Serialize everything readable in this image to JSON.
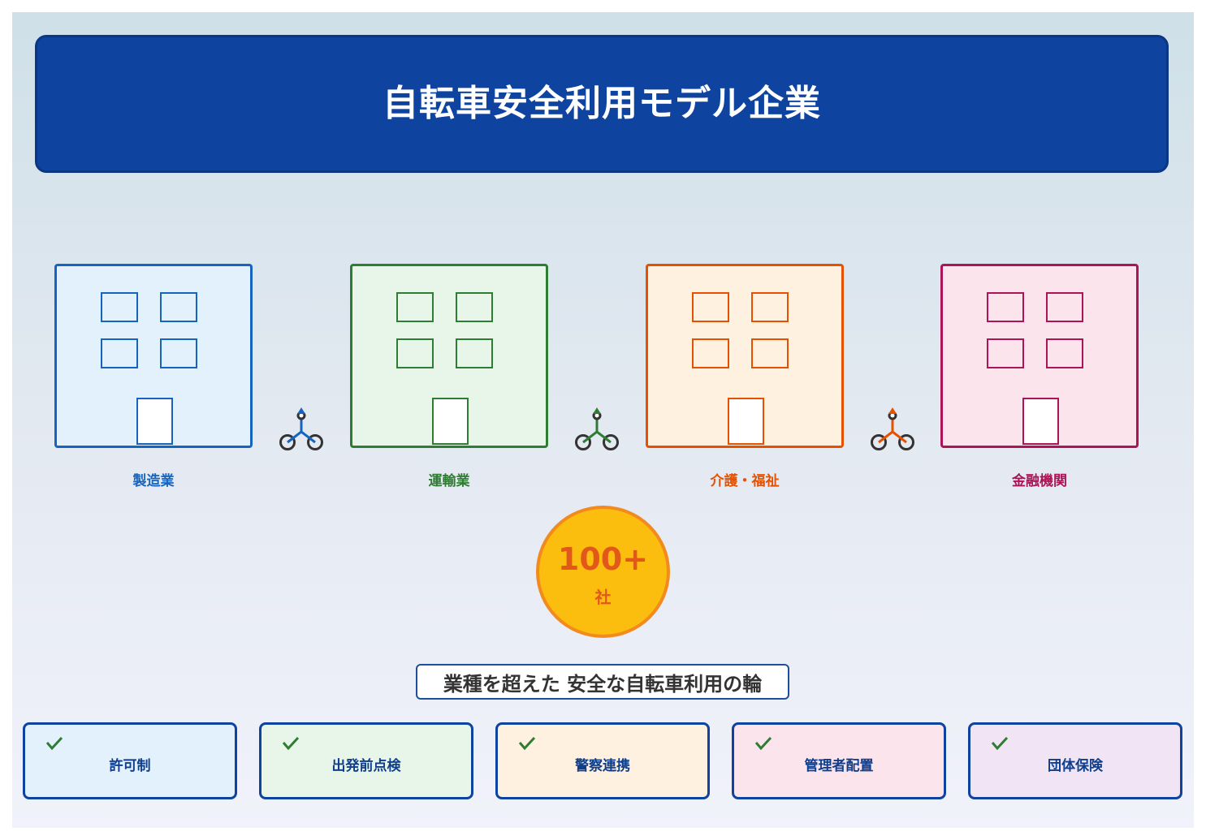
{
  "title": "自転車安全利用モデル企業",
  "buildings": [
    {
      "label": "製造業",
      "stroke": "#1565c0",
      "fill": "#e3f1fc"
    },
    {
      "label": "運輸業",
      "stroke": "#2e7d32",
      "fill": "#e8f5e9"
    },
    {
      "label": "介護・福祉",
      "stroke": "#e65100",
      "fill": "#fff1e0"
    },
    {
      "label": "金融機関",
      "stroke": "#ad1457",
      "fill": "#fce4ec"
    }
  ],
  "bikes": [
    {
      "color": "#1565c0"
    },
    {
      "color": "#2e7d32"
    },
    {
      "color": "#e65100"
    }
  ],
  "badge": {
    "number": "100+",
    "unit": "社"
  },
  "subtitle": "業種を超えた 安全な自転車利用の輪",
  "cards": [
    {
      "label": "許可制",
      "fill": "#e3f1fc"
    },
    {
      "label": "出発前点検",
      "fill": "#e8f5e9"
    },
    {
      "label": "警察連携",
      "fill": "#fff1e0"
    },
    {
      "label": "管理者配置",
      "fill": "#fce4ec"
    },
    {
      "label": "団体保険",
      "fill": "#f1e5f5"
    }
  ],
  "colors": {
    "title_bg": "#0e44a0",
    "badge_fill": "#fbbd0e",
    "badge_stroke": "#f28a1e",
    "check": "#2e7d32"
  }
}
